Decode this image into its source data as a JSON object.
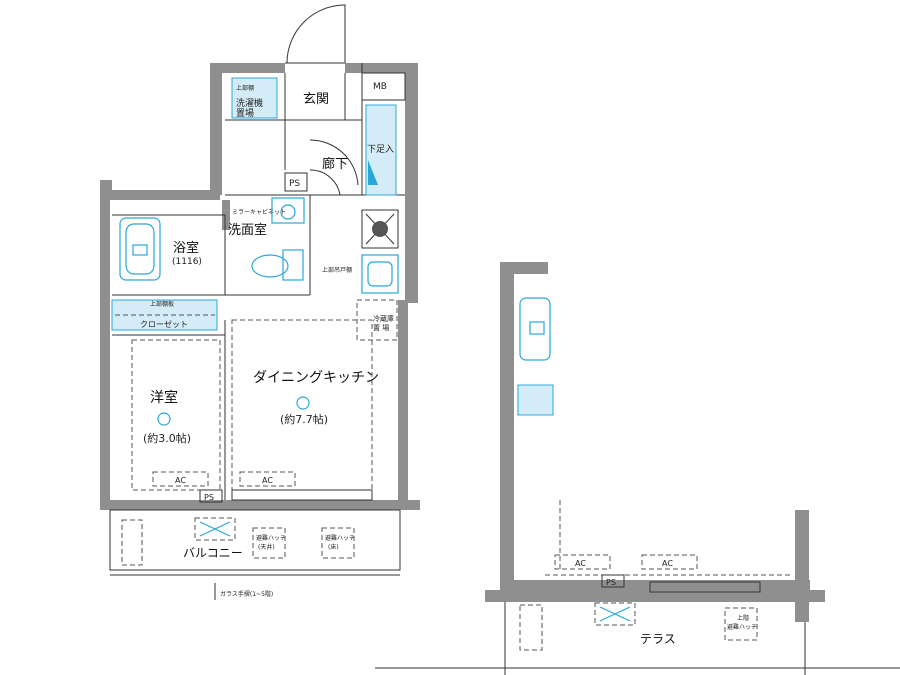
{
  "rooms": {
    "entrance": "玄関",
    "mb": "MB",
    "shoe_box": "下足入",
    "hallway": "廊下",
    "ps_top": "PS",
    "laundry_space": "洗濯機\n置場",
    "laundry_shelf": "上部棚",
    "washroom": "洗面室",
    "mirror_cabinet": "ミラーキャビネット",
    "bath": "浴室",
    "bath_size": "(1116)",
    "upper_cabinet": "上部吊戸棚",
    "upper_shelf": "上部棚板",
    "closet": "クローゼット",
    "fridge_space": "冷蔵庫\n置 場",
    "dining_kitchen": "ダイニングキッチン",
    "dk_size": "(約7.7帖)",
    "western_room": "洋室",
    "western_size": "(約3.0帖)",
    "ac_1": "AC",
    "ac_2": "AC",
    "ps_bottom": "PS",
    "balcony": "バルコニー",
    "hatch_1": "避難ハッチ\n(天井)",
    "hatch_2": "避難ハッチ\n(床)",
    "glass_rail": "ガラス手摺(1~5階)",
    "ac_3": "AC",
    "ac_4": "AC",
    "ps_right": "PS",
    "terrace": "テラス",
    "hatch_3": "上階\n避難ハッチ"
  },
  "colors": {
    "wall": "#8f8f8f",
    "fixture": "#29a8d8",
    "fixture_fill": "#d4ecf7",
    "line": "#333333"
  }
}
